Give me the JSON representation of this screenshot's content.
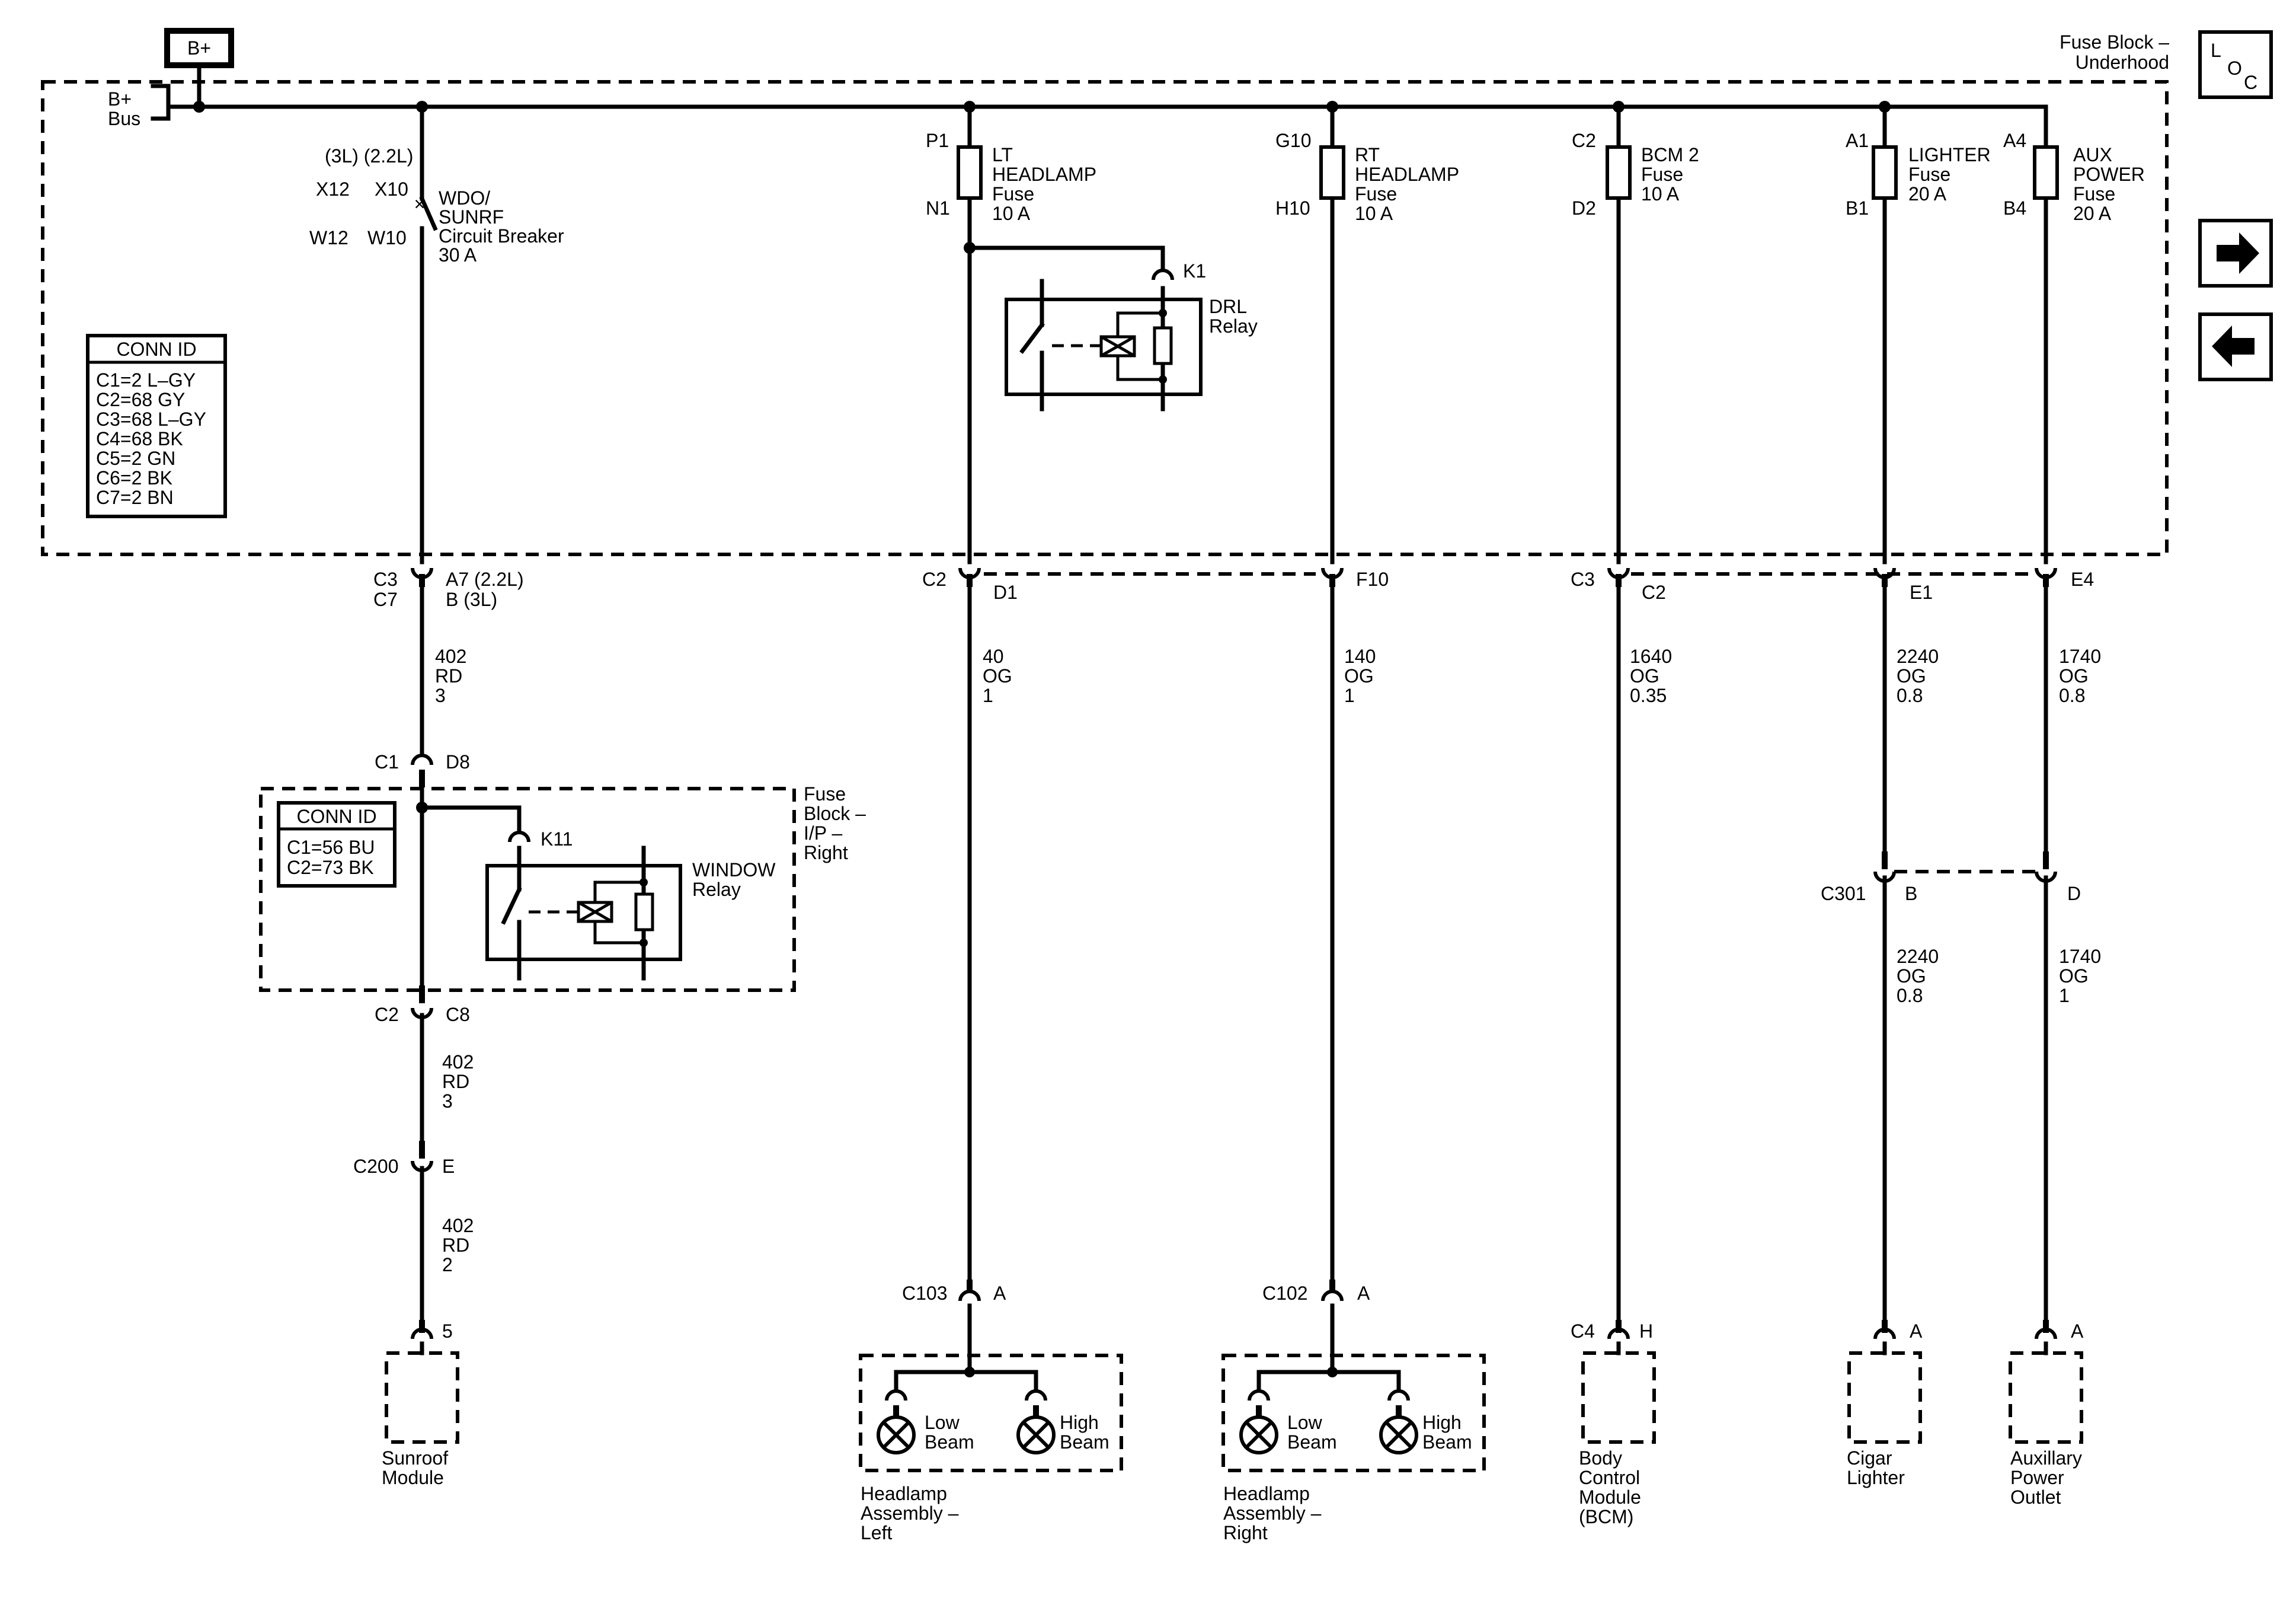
{
  "power": {
    "bplus_box": "B+",
    "bus_line1": "B+",
    "bus_line2": "Bus"
  },
  "fuse_block_underhood": {
    "line1": "Fuse Block –",
    "line2": "Underhood"
  },
  "loc_button": {
    "l": "L",
    "o": "O",
    "c": "C"
  },
  "nav": {
    "next_icon": "arrow-right-icon",
    "prev_icon": "arrow-left-icon"
  },
  "conn_id_underhood": {
    "title": "CONN ID",
    "rows": [
      "C1=2 L–GY",
      "C2=68 GY",
      "C3=68 L–GY",
      "C4=68 BK",
      "C5=2 GN",
      "C6=2 BK",
      "C7=2 BN"
    ]
  },
  "breaker": {
    "variant": "(3L)  (2.2L)",
    "x12": "X12",
    "x10": "X10",
    "w12": "W12",
    "w10": "W10",
    "name1": "WDO/",
    "name2": "SUNRF",
    "name3": "Circuit Breaker",
    "rating": "30 A"
  },
  "fuses": [
    {
      "top": "P1",
      "bottom": "N1",
      "l1": "LT",
      "l2": "HEADLAMP",
      "l3": "Fuse",
      "l4": "10 A"
    },
    {
      "top": "G10",
      "bottom": "H10",
      "l1": "RT",
      "l2": "HEADLAMP",
      "l3": "Fuse",
      "l4": "10 A"
    },
    {
      "top": "C2",
      "bottom": "D2",
      "l1": "BCM 2",
      "l2": "Fuse",
      "l3": "10 A",
      "l4": ""
    },
    {
      "top": "A1",
      "bottom": "B1",
      "l1": "LIGHTER",
      "l2": "Fuse",
      "l3": "20 A",
      "l4": ""
    },
    {
      "top": "A4",
      "bottom": "B4",
      "l1": "AUX",
      "l2": "POWER",
      "l3": "Fuse",
      "l4": "20 A"
    }
  ],
  "drl_relay": {
    "pin": "K1",
    "l1": "DRL",
    "l2": "Relay"
  },
  "underhood_connectors": [
    {
      "left": "C3",
      "left2": "C7",
      "right": "A7 (2.2L)",
      "right2": "B (3L)"
    },
    {
      "left": "C2",
      "left2": "",
      "right": "D1",
      "right2": ""
    },
    {
      "left": "",
      "left2": "",
      "right": "F10",
      "right2": ""
    },
    {
      "left": "C3",
      "left2": "",
      "right": "C2",
      "right2": ""
    },
    {
      "left": "",
      "left2": "",
      "right": "E1",
      "right2": ""
    },
    {
      "left": "",
      "left2": "",
      "right": "E4",
      "right2": ""
    }
  ],
  "wires_upper": [
    {
      "c": "402",
      "col": "RD",
      "g": "3"
    },
    {
      "c": "40",
      "col": "OG",
      "g": "1"
    },
    {
      "c": "140",
      "col": "OG",
      "g": "1"
    },
    {
      "c": "1640",
      "col": "OG",
      "g": "0.35"
    },
    {
      "c": "2240",
      "col": "OG",
      "g": "0.8"
    },
    {
      "c": "1740",
      "col": "OG",
      "g": "0.8"
    }
  ],
  "ip_fuse_block": {
    "conn_top_left": "C1",
    "conn_top_right": "D8",
    "conn_bot_left": "C2",
    "conn_bot_right": "C8",
    "l1": "Fuse",
    "l2": "Block –",
    "l3": "I/P –",
    "l4": "Right",
    "conn_id_title": "CONN ID",
    "conn_id_rows": [
      "C1=56 BU",
      "C2=73 BK"
    ],
    "relay_pin": "K11",
    "relay_l1": "WINDOW",
    "relay_l2": "Relay"
  },
  "wire_402_mid": {
    "c": "402",
    "col": "RD",
    "g": "3"
  },
  "c200": {
    "left": "C200",
    "right": "E"
  },
  "wire_402_low": {
    "c": "402",
    "col": "RD",
    "g": "2"
  },
  "c301": {
    "left": "C301",
    "pin_b": "B",
    "pin_d": "D"
  },
  "wires_c301": [
    {
      "c": "2240",
      "col": "OG",
      "g": "0.8"
    },
    {
      "c": "1740",
      "col": "OG",
      "g": "1"
    }
  ],
  "load_connectors": [
    {
      "left": "",
      "right": "5"
    },
    {
      "left": "C103",
      "right": "A"
    },
    {
      "left": "C102",
      "right": "A"
    },
    {
      "left": "C4",
      "right": "H"
    },
    {
      "left": "",
      "right": "A"
    },
    {
      "left": "",
      "right": "A"
    }
  ],
  "headlamps": {
    "low1": "Low",
    "low2": "Beam",
    "high1": "High",
    "high2": "Beam"
  },
  "components": [
    {
      "l1": "Sunroof",
      "l2": "Module",
      "l3": "",
      "l4": ""
    },
    {
      "l1": "Headlamp",
      "l2": "Assembly –",
      "l3": "Left",
      "l4": ""
    },
    {
      "l1": "Headlamp",
      "l2": "Assembly –",
      "l3": "Right",
      "l4": ""
    },
    {
      "l1": "Body",
      "l2": "Control",
      "l3": "Module",
      "l4": "(BCM)"
    },
    {
      "l1": "Cigar",
      "l2": "Lighter",
      "l3": "",
      "l4": ""
    },
    {
      "l1": "Auxillary",
      "l2": "Power",
      "l3": "Outlet",
      "l4": ""
    }
  ]
}
